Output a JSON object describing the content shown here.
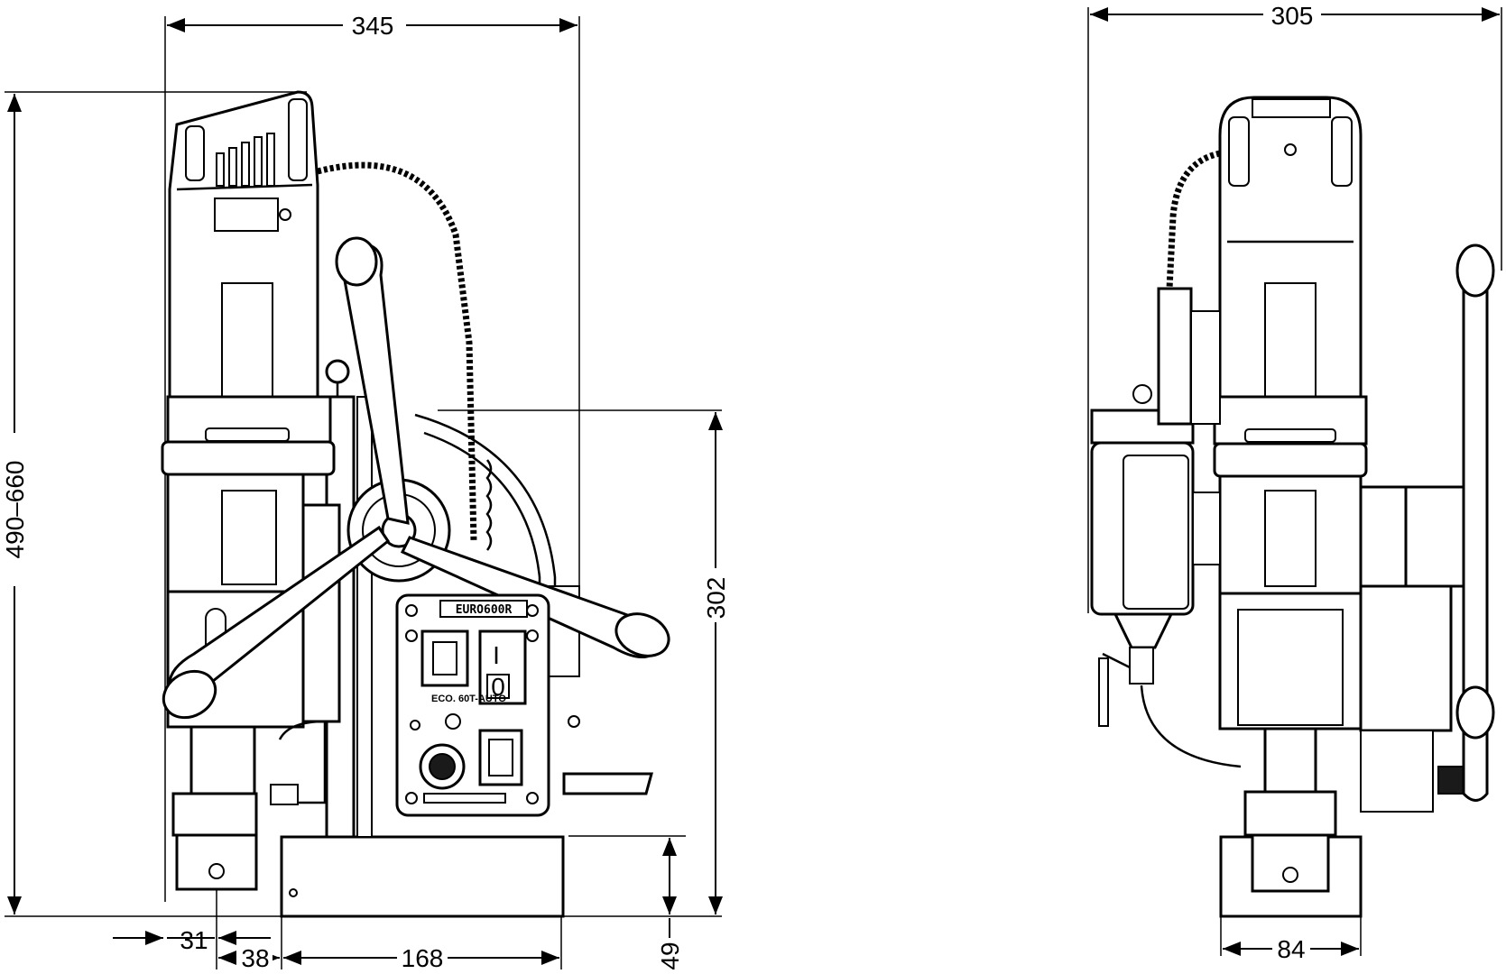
{
  "dimensions": {
    "width_side": "345",
    "width_front": "305",
    "height_range": "490–660",
    "stroke_height": "302",
    "base_height": "49",
    "offset_31": "31",
    "offset_38": "38",
    "base_length": "168",
    "base_width_front": "84"
  },
  "labels": {
    "brand_plate": "EURO600R",
    "eco_mode": "ECO. 60T-AUTO",
    "switch_on": "I",
    "switch_off": "0"
  },
  "colors": {
    "line": "#000000",
    "background": "#ffffff"
  }
}
